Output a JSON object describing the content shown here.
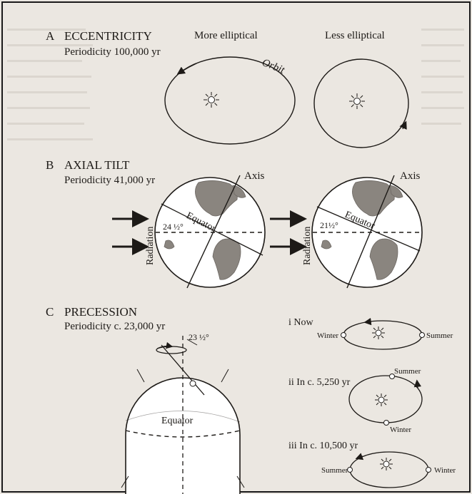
{
  "panel_a": {
    "letter": "A",
    "title": "ECCENTRICITY",
    "periodicity": "Periodicity 100,000 yr",
    "more_elliptical": "More elliptical",
    "less_elliptical": "Less elliptical",
    "orbit_label": "Orbit"
  },
  "panel_b": {
    "letter": "B",
    "title": "AXIAL TILT",
    "periodicity": "Periodicity 41,000 yr",
    "axis_label": "Axis",
    "equator_label": "Equator",
    "radiation_label": "Radiation",
    "angle_left": "24 ½°",
    "angle_right": "21½°"
  },
  "panel_c": {
    "letter": "C",
    "title": "PRECESSION",
    "periodicity": "Periodicity c. 23,000 yr",
    "angle": "23 ½°",
    "equator_label": "Equator",
    "stages": [
      {
        "label": "i  Now",
        "left": "Winter",
        "right": "Summer"
      },
      {
        "label": "ii  In c. 5,250 yr",
        "top": "Summer",
        "bottom": "Winter"
      },
      {
        "label": "iii  In c. 10,500 yr",
        "left": "Summer",
        "right": "Winter"
      }
    ]
  }
}
